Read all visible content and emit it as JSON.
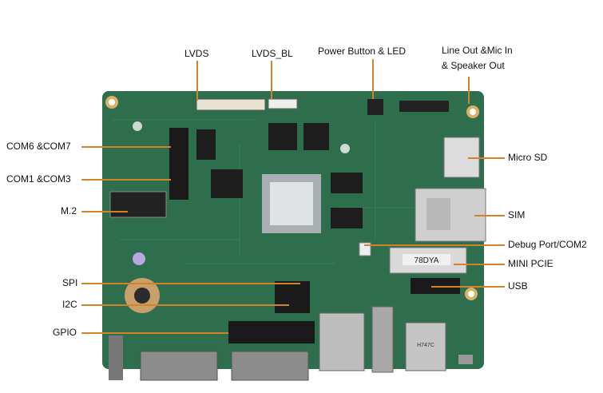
{
  "labels": {
    "lvds": "LVDS",
    "lvds_bl": "LVDS_BL",
    "power_button_led": "Power Button & LED",
    "line_out_1": "Line Out &Mic In",
    "line_out_2": "& Speaker Out",
    "com6_com7": "COM6 &COM7",
    "com1_com3": "COM1 &COM3",
    "m2": "M.2",
    "spi": "SPI",
    "i2c": "I2C",
    "gpio": "GPIO",
    "micro_sd": "Micro SD",
    "sim": "SIM",
    "debug_port": "Debug Port/COM2",
    "mini_pcie": "MINI PCIE",
    "usb": "USB"
  },
  "chip_markings": {
    "mini_pcie_sticker": "78DYA",
    "usb_port": "H747C"
  },
  "colors": {
    "pcb": "#2f6e4c",
    "leader_line": "#d2832a"
  }
}
